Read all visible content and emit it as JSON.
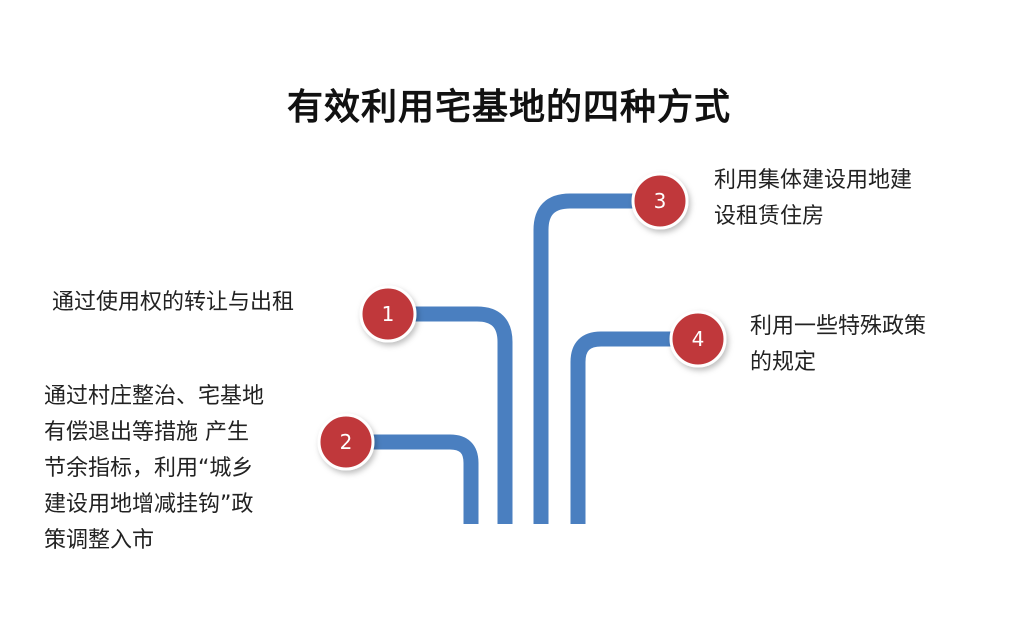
{
  "title": "有效利用宅基地的四种方式",
  "colors": {
    "connector": "#4a7fc0",
    "badge": "#c0393b",
    "badge_text": "#ffffff"
  },
  "items": [
    {
      "number": "1",
      "text": "通过使用权的转让与出租"
    },
    {
      "number": "2",
      "text": "通过村庄整治、宅基地\n有偿退出等措施   产生\n节余指标，利用“城乡\n建设用地增减挂钩”政\n策调整入市"
    },
    {
      "number": "3",
      "text": "利用集体建设用地建\n设租赁住房"
    },
    {
      "number": "4",
      "text": "利用一些特殊政策\n的规定"
    }
  ]
}
